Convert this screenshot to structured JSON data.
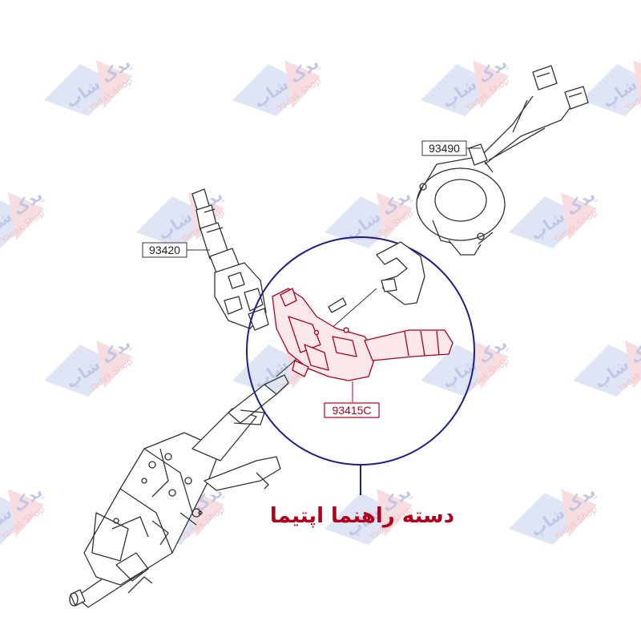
{
  "part_numbers": {
    "multifunction_switch": "93420",
    "clock_spring": "93490",
    "highlighted_switch": "93415C"
  },
  "caption": "دسته راهنما اپتیما",
  "watermark": {
    "main": "یدک شاپ",
    "sub": "Yadak Shop"
  },
  "colors": {
    "highlight_red": "#b0001c",
    "circle_blue": "#1a1f8c",
    "line_art": "#333333",
    "watermark_blue": "#9aa6d6",
    "watermark_red": "#e7a3a8"
  }
}
